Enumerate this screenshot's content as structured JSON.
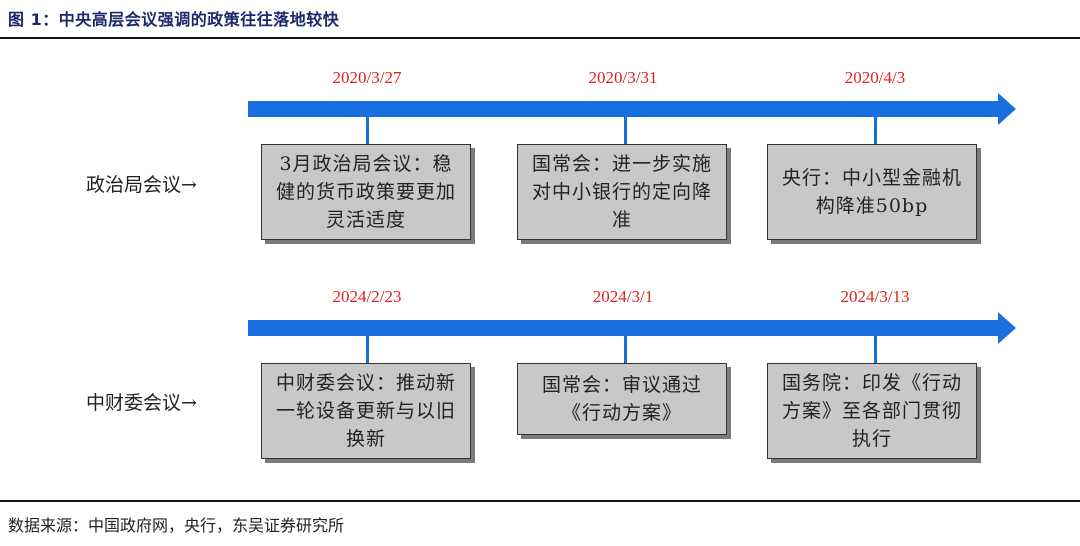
{
  "title": "图 1：中央高层会议强调的政策往往落地较快",
  "source": "数据来源：中国政府网，央行，东吴证券研究所",
  "rows": [
    {
      "label": "政治局会议→",
      "events": [
        {
          "date": "2020/3/27",
          "text": "3月政治局会议：稳健的货币政策要更加灵活适度"
        },
        {
          "date": "2020/3/31",
          "text": "国常会：进一步实施对中小银行的定向降准"
        },
        {
          "date": "2020/4/3",
          "text": "央行：中小型金融机构降准50bp"
        }
      ]
    },
    {
      "label": "中财委会议→",
      "events": [
        {
          "date": "2024/2/23",
          "text": "中财委会议：推动新一轮设备更新与以旧换新"
        },
        {
          "date": "2024/3/1",
          "text": "国常会：审议通过《行动方案》"
        },
        {
          "date": "2024/3/13",
          "text": "国务院：印发《行动方案》至各部门贯彻执行"
        }
      ]
    }
  ]
}
